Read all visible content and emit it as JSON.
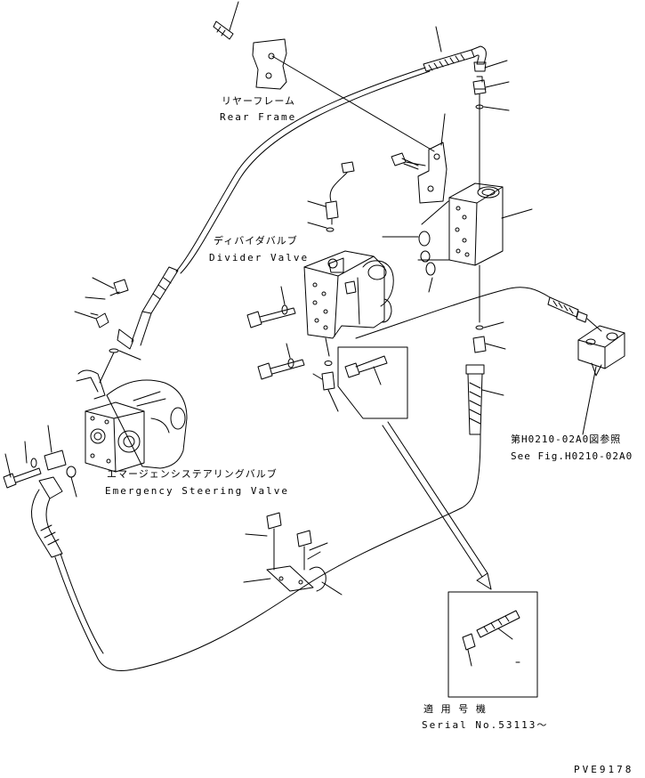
{
  "labels": {
    "rear_frame_jp": "リヤーフレーム",
    "rear_frame_en": "Rear Frame",
    "divider_valve_jp": "ディバイダバルブ",
    "divider_valve_en": "Divider Valve",
    "emergency_valve_jp": "エマージェンシステアリングバルブ",
    "emergency_valve_en": "Emergency Steering Valve",
    "see_fig_jp": "第H0210-02A0図参照",
    "see_fig_en": "See Fig.H0210-02A0",
    "serial_jp": "適 用 号 機",
    "serial_en": "Serial No.53113～",
    "drawing_code": "PVE9178"
  },
  "colors": {
    "line": "#000000",
    "background": "#ffffff"
  }
}
